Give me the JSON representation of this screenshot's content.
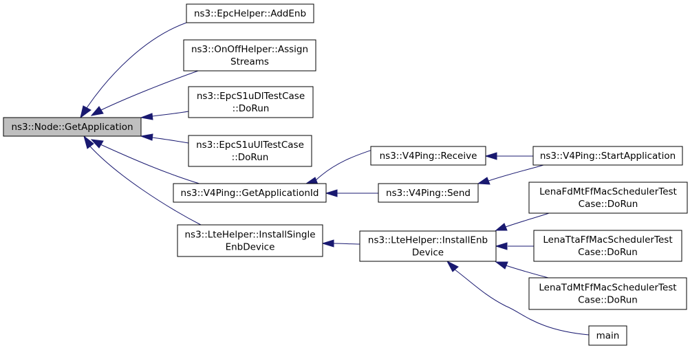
{
  "graph": {
    "type": "caller-graph",
    "edge_color": "#191970",
    "root_fill": "#bfbfbf",
    "nodes": [
      {
        "id": "getapp",
        "lines": [
          "ns3::Node::GetApplication"
        ],
        "root": true
      },
      {
        "id": "addenb",
        "lines": [
          "ns3::EpcHelper::AddEnb"
        ]
      },
      {
        "id": "onoff",
        "lines": [
          "ns3::OnOffHelper::Assign",
          "Streams"
        ]
      },
      {
        "id": "dl",
        "lines": [
          "ns3::EpcS1uDlTestCase",
          "::DoRun"
        ]
      },
      {
        "id": "ul",
        "lines": [
          "ns3::EpcS1uUlTestCase",
          "::DoRun"
        ]
      },
      {
        "id": "v4getid",
        "lines": [
          "ns3::V4Ping::GetApplicationId"
        ]
      },
      {
        "id": "ltesingle",
        "lines": [
          "ns3::LteHelper::InstallSingle",
          "EnbDevice"
        ]
      },
      {
        "id": "receive",
        "lines": [
          "ns3::V4Ping::Receive"
        ]
      },
      {
        "id": "send",
        "lines": [
          "ns3::V4Ping::Send"
        ]
      },
      {
        "id": "lteenb",
        "lines": [
          "ns3::LteHelper::InstallEnb",
          "Device"
        ]
      },
      {
        "id": "startapp",
        "lines": [
          "ns3::V4Ping::StartApplication"
        ]
      },
      {
        "id": "fdmt",
        "lines": [
          "LenaFdMtFfMacSchedulerTest",
          "Case::DoRun"
        ]
      },
      {
        "id": "tta",
        "lines": [
          "LenaTtaFfMacSchedulerTest",
          "Case::DoRun"
        ]
      },
      {
        "id": "tdmt",
        "lines": [
          "LenaTdMtFfMacSchedulerTest",
          "Case::DoRun"
        ]
      },
      {
        "id": "main",
        "lines": [
          "main"
        ]
      }
    ],
    "edges": [
      {
        "from": "addenb",
        "to": "getapp"
      },
      {
        "from": "onoff",
        "to": "getapp"
      },
      {
        "from": "dl",
        "to": "getapp"
      },
      {
        "from": "ul",
        "to": "getapp"
      },
      {
        "from": "v4getid",
        "to": "getapp"
      },
      {
        "from": "ltesingle",
        "to": "getapp"
      },
      {
        "from": "receive",
        "to": "v4getid"
      },
      {
        "from": "send",
        "to": "v4getid"
      },
      {
        "from": "lteenb",
        "to": "ltesingle"
      },
      {
        "from": "startapp",
        "to": "receive"
      },
      {
        "from": "startapp",
        "to": "send"
      },
      {
        "from": "fdmt",
        "to": "lteenb"
      },
      {
        "from": "tta",
        "to": "lteenb"
      },
      {
        "from": "tdmt",
        "to": "lteenb"
      },
      {
        "from": "main",
        "to": "lteenb"
      }
    ]
  }
}
